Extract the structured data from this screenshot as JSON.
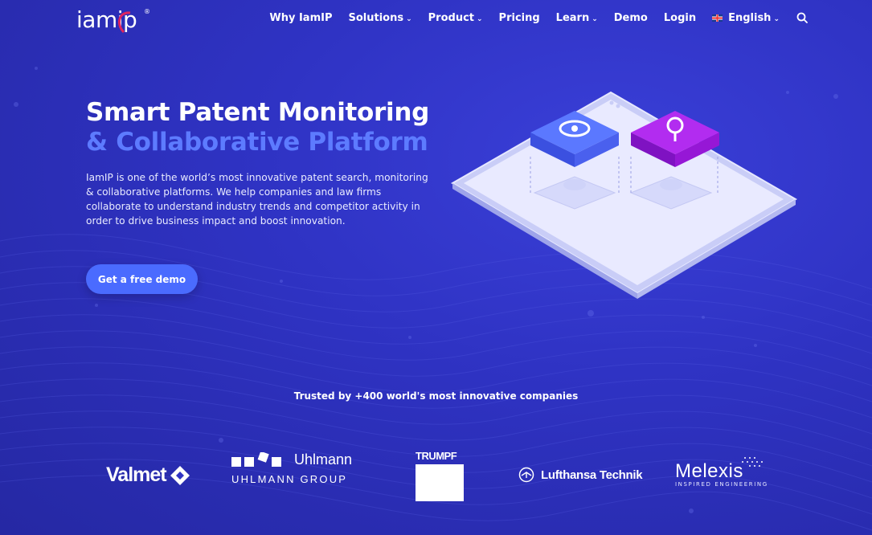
{
  "header": {
    "logo": "iamip",
    "nav": [
      {
        "label": "Why IamIP",
        "dropdown": false
      },
      {
        "label": "Solutions",
        "dropdown": true
      },
      {
        "label": "Product",
        "dropdown": true
      },
      {
        "label": "Pricing",
        "dropdown": false
      },
      {
        "label": "Learn",
        "dropdown": true
      },
      {
        "label": "Demo",
        "dropdown": false
      },
      {
        "label": "Login",
        "dropdown": false
      }
    ],
    "language": "English",
    "search_icon": "search-icon"
  },
  "hero": {
    "title_line1": "Smart Patent Monitoring",
    "title_line2": "& Collaborative Platform",
    "description": "IamIP is one of the world’s most innovative patent search, monitoring & collaborative platforms. We help companies and law firms collaborate to understand industry trends and competitor activity in order to drive business impact and boost innovation.",
    "cta_label": "Get a free demo"
  },
  "trusted": {
    "heading": "Trusted by +400 world's most innovative companies",
    "logos": {
      "valmet": "Valmet",
      "uhlmann_top": "Uhlmann",
      "uhlmann_bottom": "UHLMANN GROUP",
      "trumpf": "TRUMPF",
      "lufthansa": "Lufthansa Technik",
      "melexis": "Melexis",
      "melexis_tagline": "INSPIRED ENGINEERING"
    }
  },
  "colors": {
    "background": "#2f33c4",
    "accent": "#4a6bff",
    "title_accent": "#5d7bff",
    "puzzle_blue": "#4d6bff",
    "puzzle_purple": "#a21de8"
  }
}
